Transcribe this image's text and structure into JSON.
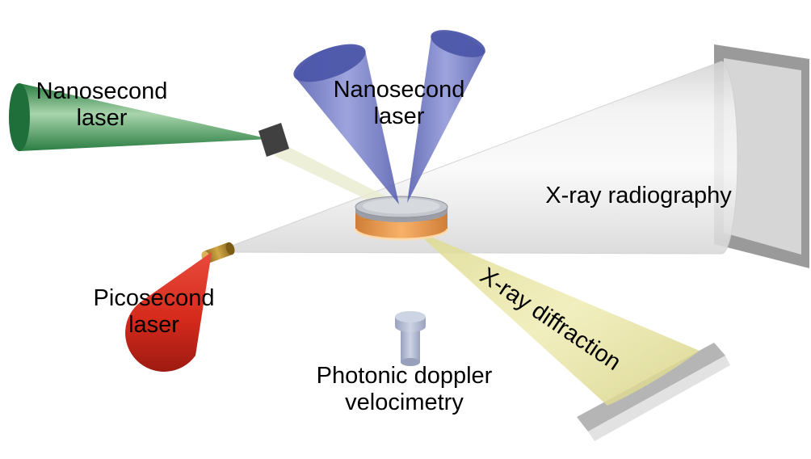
{
  "labels": {
    "ns_laser_left": {
      "line1": "Nanosecond",
      "line2": "laser"
    },
    "ns_laser_top": {
      "line1": "Nanosecond",
      "line2": "laser"
    },
    "ps_laser": {
      "line1": "Picosecond",
      "line2": "laser"
    },
    "xray_radiography": "X-ray radiography",
    "xray_diffraction": "X-ray diffraction",
    "pdv": {
      "line1": "Photonic doppler",
      "line2": "velocimetry"
    }
  },
  "colors": {
    "green_laser": "#2f8748",
    "green_laser_dark": "#1e6f3a",
    "blue_laser": "#6a73c4",
    "blue_laser_dark": "#4d57aa",
    "red_laser": "#d92b1d",
    "xray_beam": "#efefef",
    "diffraction_beam": "#e9e6a8",
    "drive_beam": "#eaebcf",
    "target_black": "#404040",
    "sample_top": "#c4c7cd",
    "sample_side": "#9b9ea6",
    "sample_body": "#f0a55c",
    "gold_target": "#c09a3e",
    "detector_frame": "#9a9a9a",
    "detector_panel": "#d6d6d6",
    "mirror_plate": "#b5b5b5",
    "mirror_plate_light": "#e2e2e2",
    "pdv_probe": "#b7bfd4",
    "pdv_probe_light": "#cdd4e3",
    "pdv_probe_dark": "#97a0ba",
    "text": "#000000"
  }
}
